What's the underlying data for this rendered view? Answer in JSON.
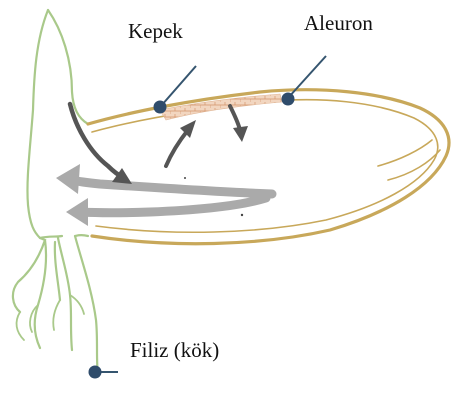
{
  "labels": {
    "kepek": "Kepek",
    "aleuron": "Aleuron",
    "filiz": "Filiz (kök)"
  },
  "colors": {
    "seed_coat": "#c8a85a",
    "seedling": "#a9c98a",
    "arrow_dark": "#555555",
    "arrow_light": "#aaaaaa",
    "pointer_dot": "#2f4c6b",
    "pointer_line": "#35556f",
    "aleurone_fill": "#e8c3a8"
  }
}
